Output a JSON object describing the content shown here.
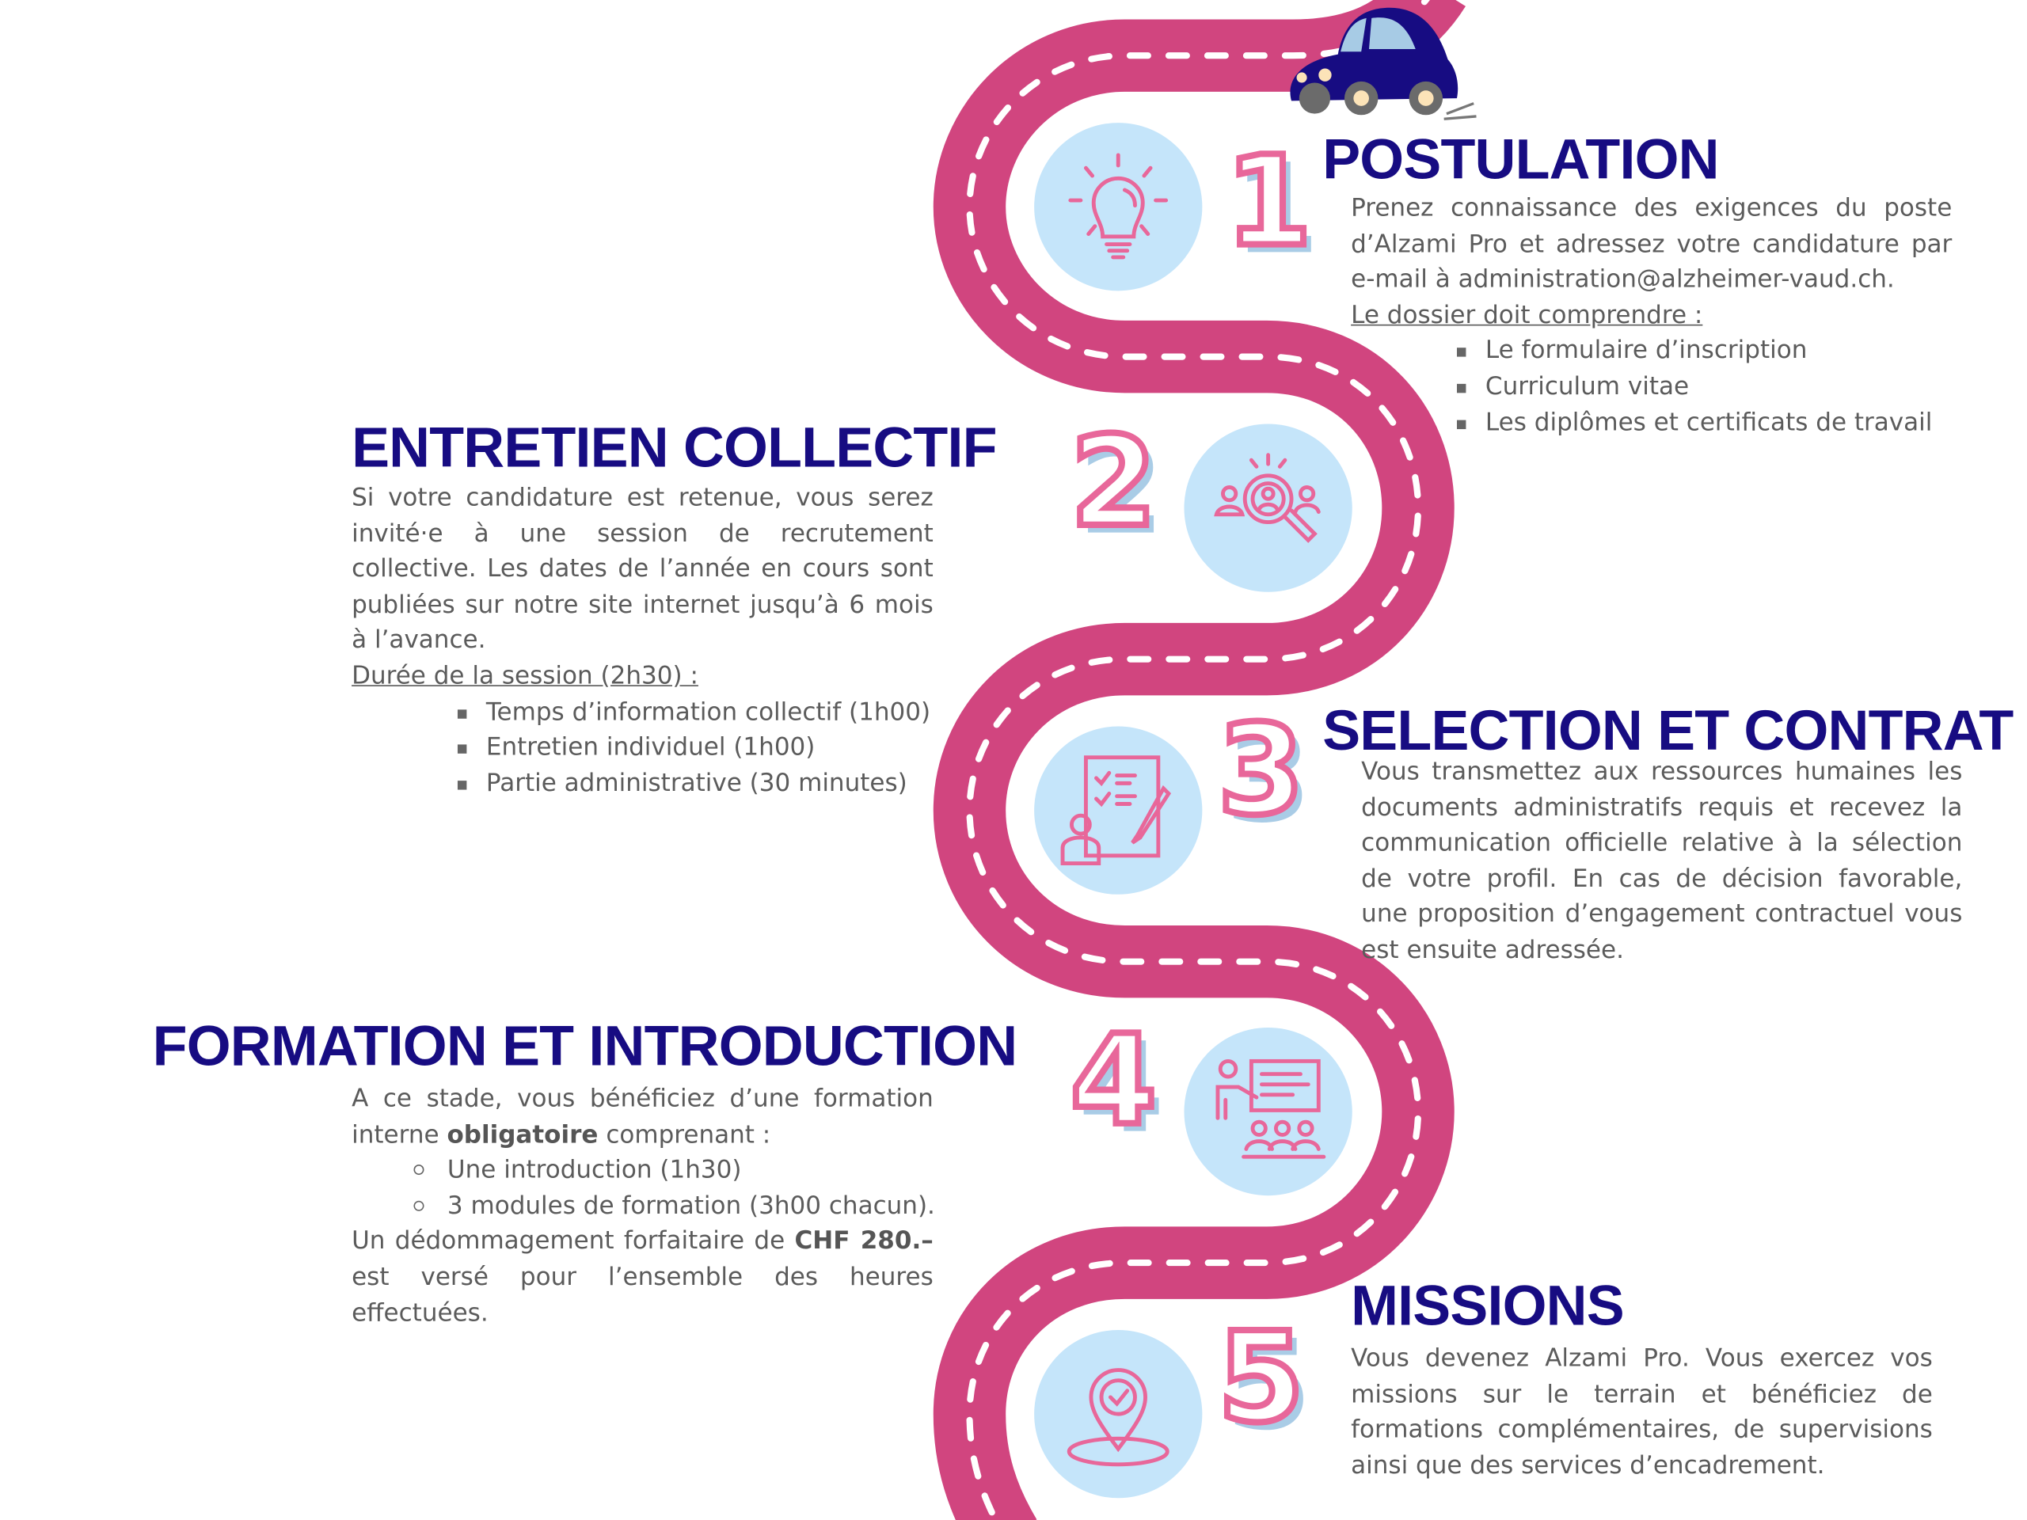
{
  "colors": {
    "road": "#D1457F",
    "circle": "#C5E5FA",
    "heading": "#170C82",
    "icon": "#E8679A",
    "text": "#5b5b5b"
  },
  "steps": [
    {
      "number": "1",
      "title": "POSTULATION",
      "icon": "lightbulb-icon",
      "paragraph": "Prenez connaissance des exigences du poste d’Alzami Pro et adressez votre candidature par e-mail à administration@alzheimer-vaud.ch.",
      "list_title": "Le dossier doit comprendre :",
      "items": [
        "Le formulaire d’inscription",
        "Curriculum vitae",
        "Les diplômes et certificats de travail"
      ]
    },
    {
      "number": "2",
      "title": "ENTRETIEN COLLECTIF",
      "icon": "group-search-icon",
      "paragraph": "Si votre candidature est retenue, vous serez invité·e à une session de recrutement collective. Les dates de l’année en cours sont publiées sur notre site internet jusqu’à 6 mois à l’avance.",
      "list_title": "Durée de la session (2h30) :",
      "items": [
        "Temps d’information collectif (1h00)",
        "Entretien individuel (1h00)",
        "Partie administrative (30 minutes)"
      ]
    },
    {
      "number": "3",
      "title": "SELECTION ET CONTRAT",
      "icon": "checklist-person-icon",
      "paragraph": "Vous transmettez aux ressources humaines les documents administratifs requis et recevez la communication officielle relative à la sélection de votre profil. En cas de décision favorable, une proposition d’engagement contractuel vous est ensuite adressée."
    },
    {
      "number": "4",
      "title": "FORMATION ET INTRODUCTION",
      "icon": "training-presentation-icon",
      "intro_a": "A ce stade, vous bénéficiez d’une formation interne ",
      "intro_bold": "obligatoire",
      "intro_b": " comprenant :",
      "items": [
        "Une introduction (1h30)",
        "3 modules de formation (3h00 chacun)."
      ],
      "outro_a": "Un dédommagement forfaitaire de ",
      "outro_bold": "CHF 280.–",
      "outro_b": " est versé pour l’ensemble des heures effectuées."
    },
    {
      "number": "5",
      "title": "MISSIONS",
      "icon": "location-check-icon",
      "paragraph": "Vous devenez Alzami Pro. Vous exercez vos missions sur le terrain et bénéficiez de formations complémentaires, de supervisions ainsi que des services d’encadrement."
    }
  ]
}
